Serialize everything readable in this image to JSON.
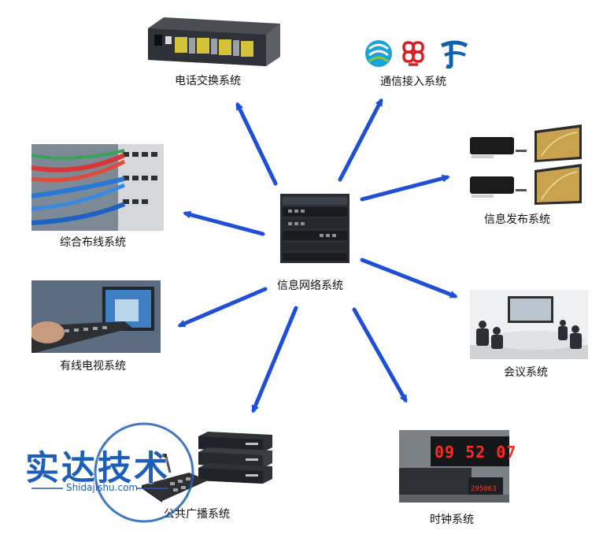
{
  "center": {
    "label": "信息网络系统"
  },
  "nodes": {
    "phone_switch": "电话交换系统",
    "telecom_access": "通信接入系统",
    "info_publish": "信息发布系统",
    "cabling": "综合布线系统",
    "meeting": "会议系统",
    "cable_tv": "有线电视系统",
    "clock": "时钟系统",
    "broadcast": "公共广播系统"
  },
  "watermark": {
    "brand": "实达技术",
    "url": "Shidajishu.com"
  },
  "clock_display": {
    "time": "09 52 07",
    "small": "295063"
  },
  "colors": {
    "arrow": "#1f4fd6",
    "watermark": "#1d5fb8"
  },
  "icons": [
    "network-switch",
    "phone-exchange-rack",
    "carrier-logos",
    "media-players-displays",
    "patch-cables",
    "meeting-room",
    "tv-remote",
    "digital-clock",
    "broadcast-amplifiers"
  ]
}
